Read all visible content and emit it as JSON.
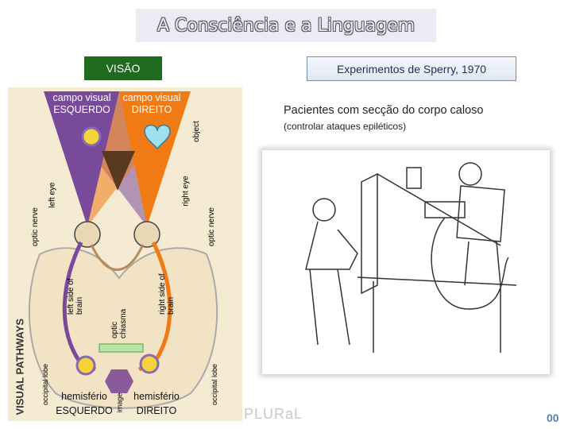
{
  "title": "A Consciência e a Linguagem",
  "visao_label": "VISÃO",
  "sperry_label": "Experimentos de Sperry, 1970",
  "patients_text": "Pacientes com secção do corpo caloso",
  "epilepsy_text": "(controlar ataques epiléticos)",
  "diagram": {
    "left_field_line1": "campo visual",
    "left_field_line2": "ESQUERDO",
    "right_field_line1": "campo visual",
    "right_field_line2": "DIREITO",
    "object_label": "object",
    "left_eye_label": "left eye",
    "right_eye_label": "right eye",
    "optic_nerve_left": "optic nerve",
    "optic_nerve_right": "optic nerve",
    "left_side_brain": "left side of brain",
    "right_side_brain": "right side of brain",
    "optic_chiasma": "optic chiasma",
    "visual_pathways": "VISUAL PATHWAYS",
    "occipital_left": "occipital lobe",
    "occipital_right": "occipital lobe",
    "image_label": "image",
    "left_hemi_line1": "hemisfério",
    "left_hemi_line2": "ESQUERDO",
    "right_hemi_line1": "hemisfério",
    "right_hemi_line2": "DIREITO"
  },
  "watermark": "PLURaL",
  "page_number": "00",
  "colors": {
    "purple": "#7a4a9a",
    "orange": "#f07a14",
    "green_label": "#1e6a1e",
    "blue_text": "#5a7fb0"
  }
}
